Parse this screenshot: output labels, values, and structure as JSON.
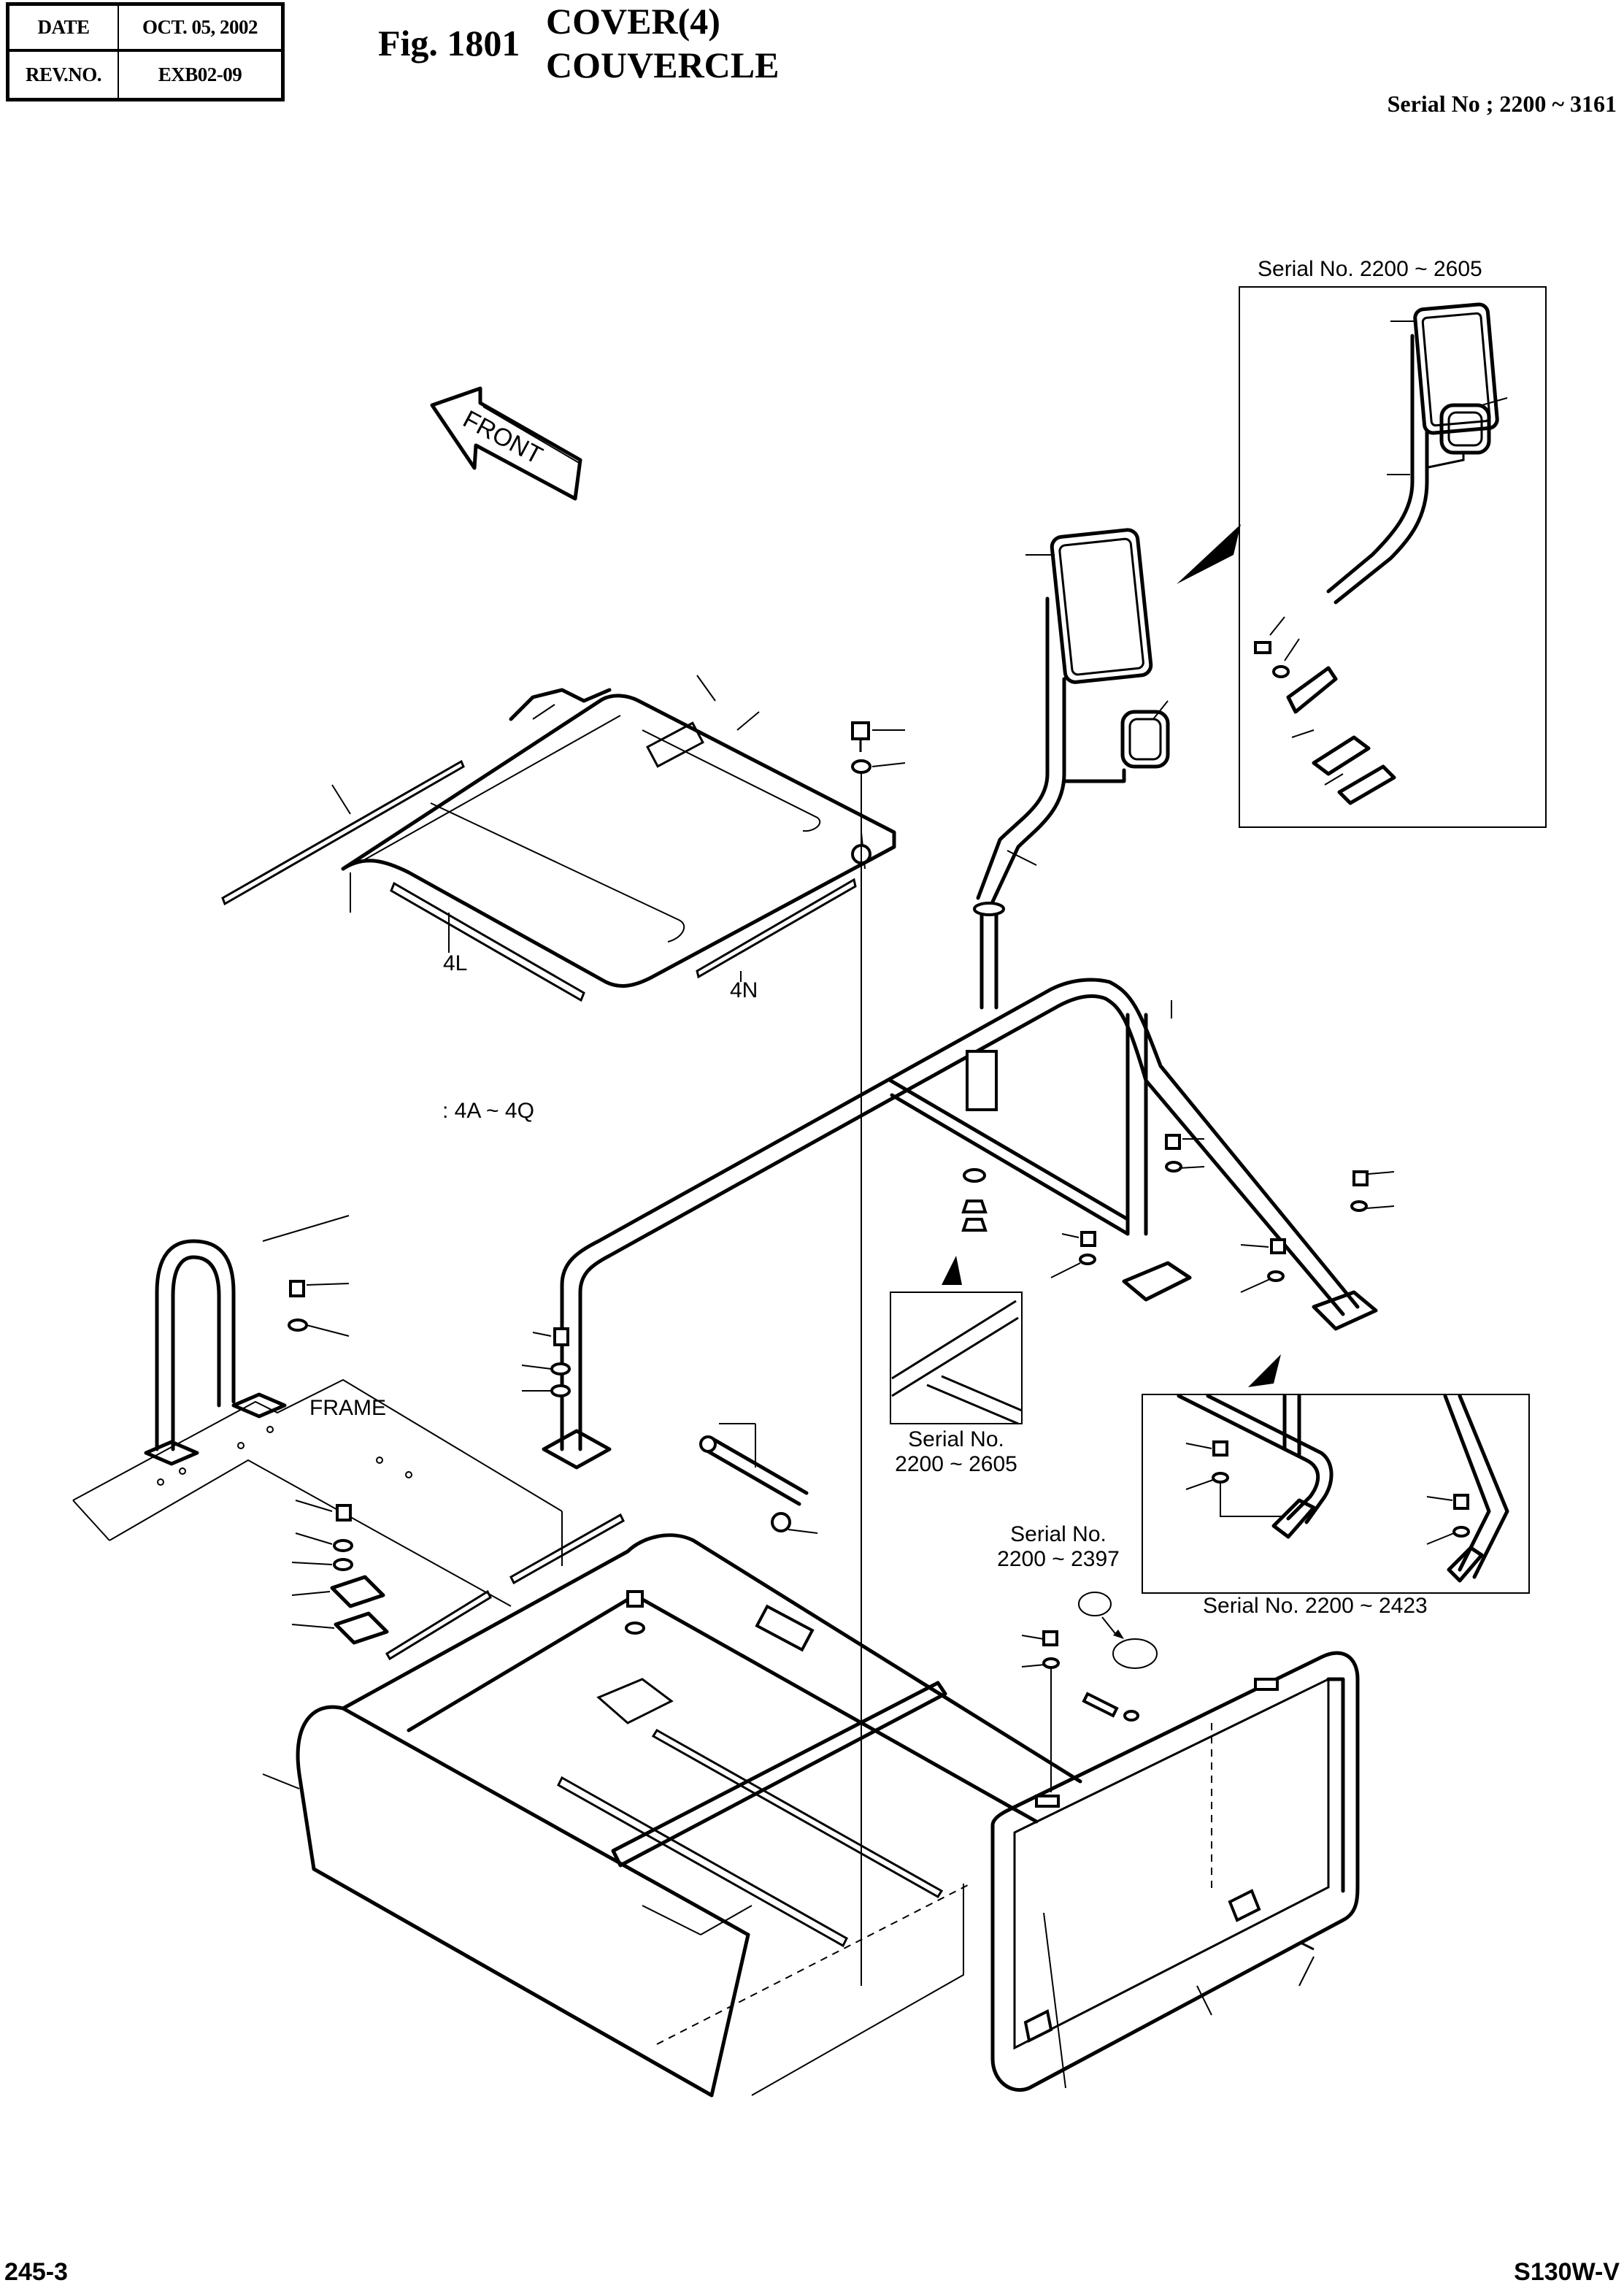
{
  "header": {
    "date_label": "DATE",
    "date_value": "OCT. 05, 2002",
    "rev_label": "REV.NO.",
    "rev_value": "EXB02-09",
    "fig_number": "Fig. 1801",
    "title_en": "COVER(4)",
    "title_fr": "COUVERCLE",
    "serial_range": "Serial No ; 2200 ~ 3161"
  },
  "diagram": {
    "front_arrow_label": "FRONT",
    "frame_label": "FRAME",
    "part_range_note": ": 4A ~ 4Q",
    "callouts": [
      "4L",
      "4N"
    ],
    "insets": [
      {
        "serial_label": "Serial No. 2200 ~ 2605",
        "content": "mirror-assembly"
      },
      {
        "serial_label_line1": "Serial No.",
        "serial_label_line2": "2200 ~ 2605",
        "content": "frame-bars"
      },
      {
        "serial_label": "Serial No. 2200 ~ 2423",
        "content": "guard-rail-brackets"
      }
    ],
    "serial_note": {
      "line1": "Serial No.",
      "line2": "2200 ~ 2397"
    }
  },
  "footer": {
    "page_number": "245-3",
    "model": "S130W-V"
  }
}
